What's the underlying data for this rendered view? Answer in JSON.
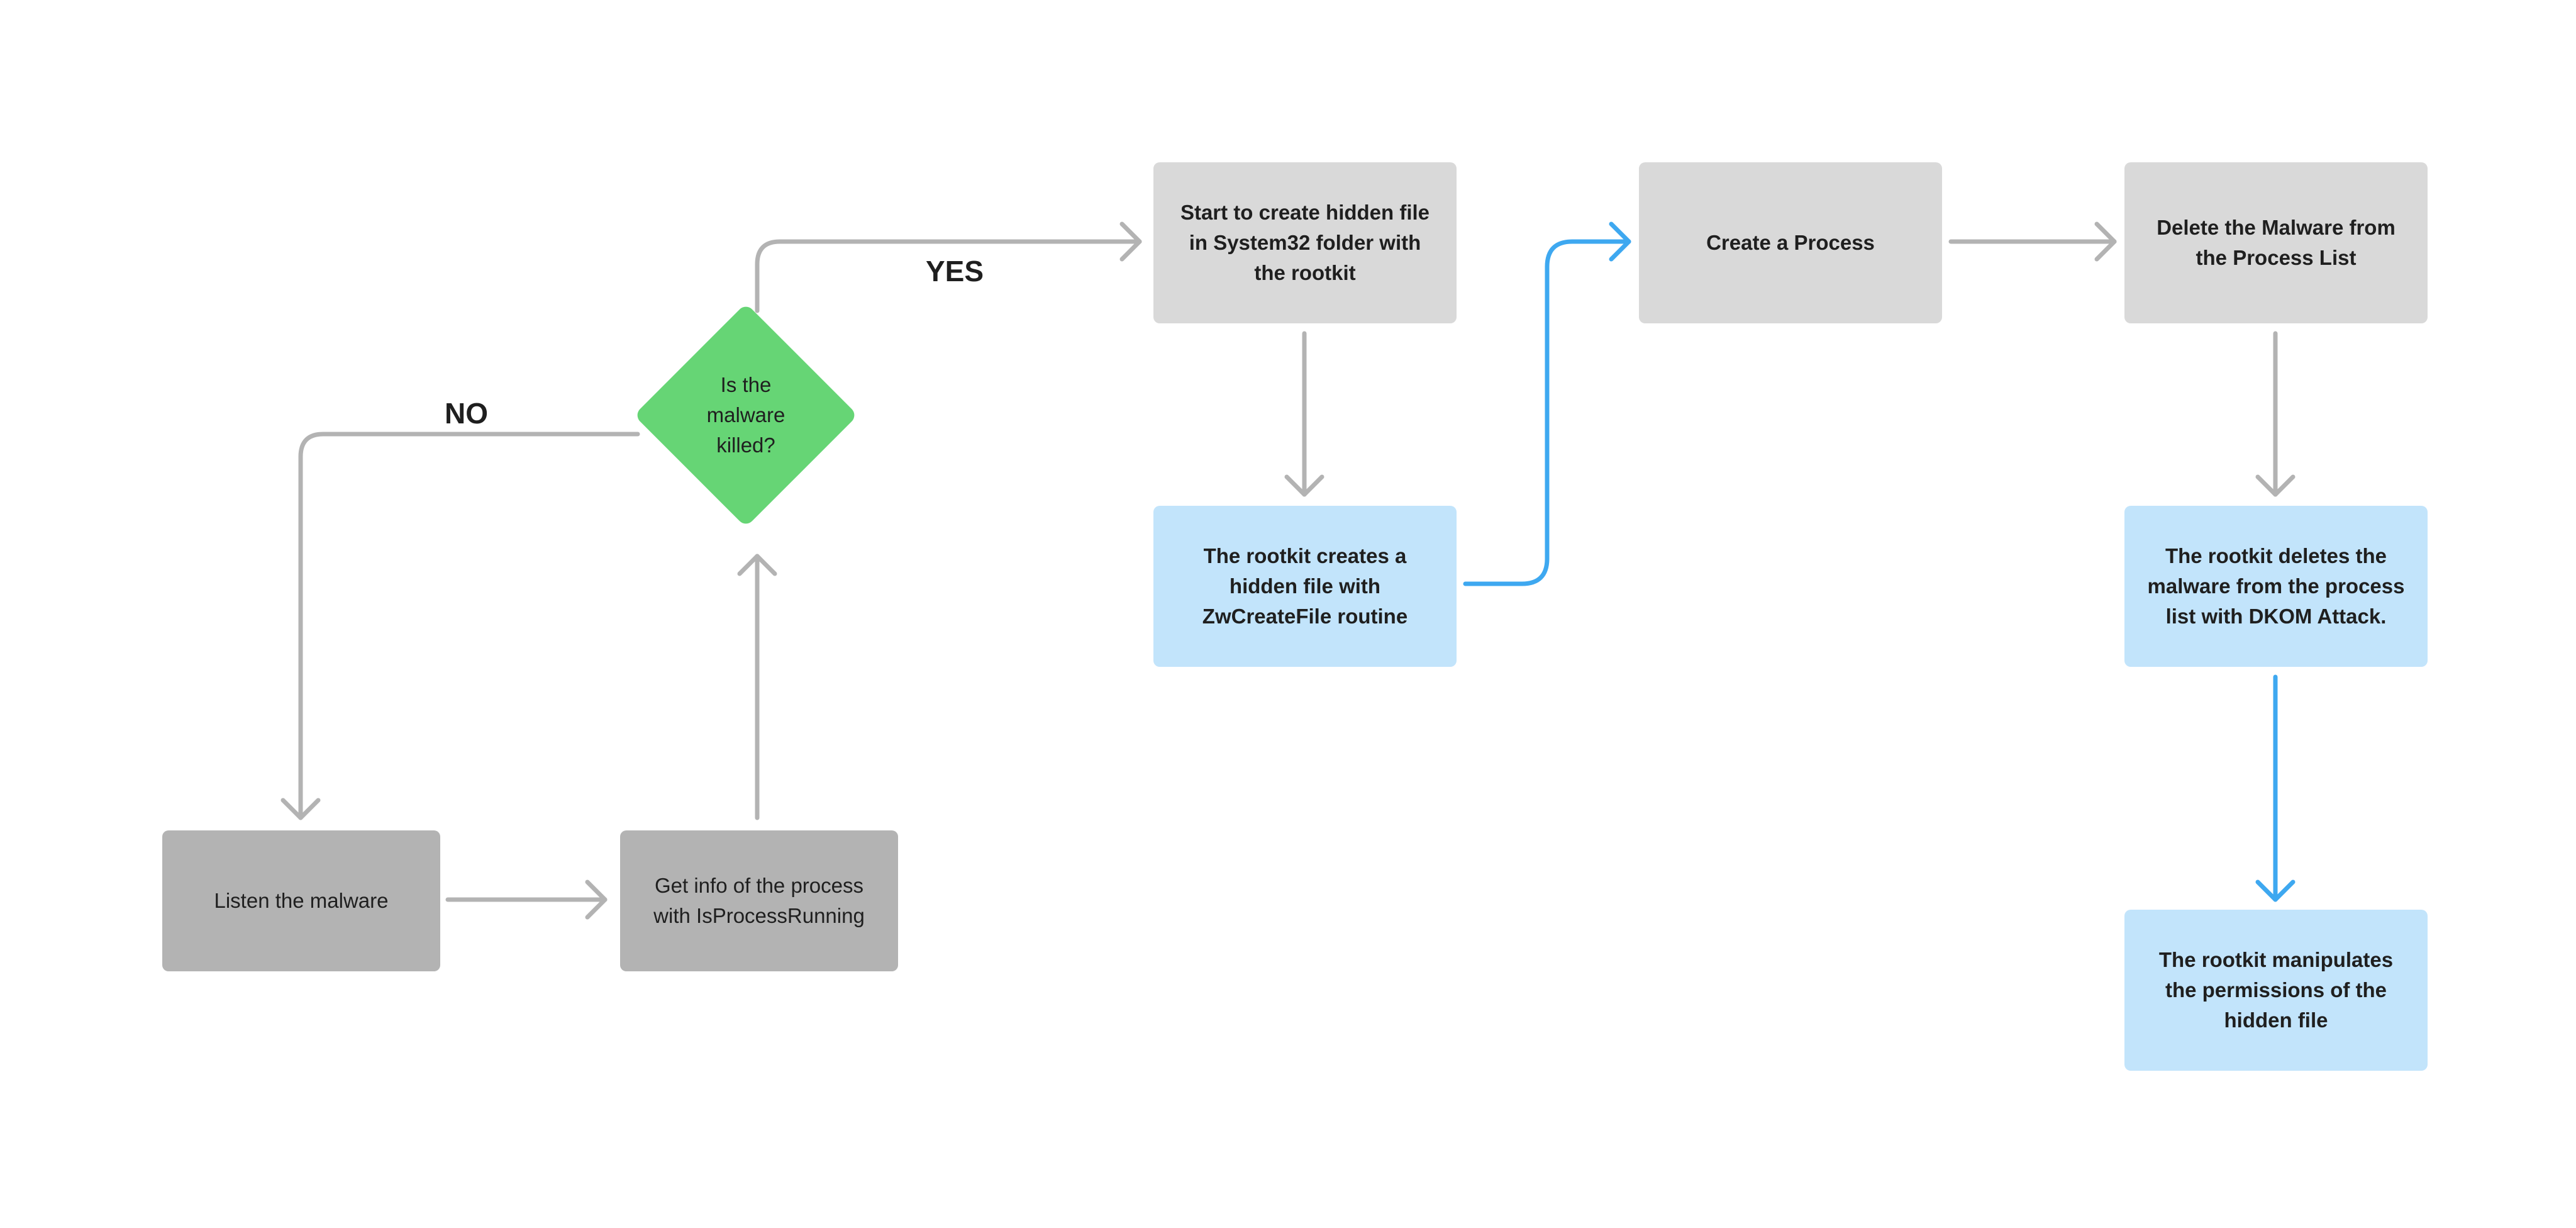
{
  "diagram": {
    "colors": {
      "connector_gray": "#b3b3b3",
      "connector_blue": "#3ea8f0",
      "decision_green": "#66d575",
      "node_dark_gray": "#b3b3b3",
      "node_light_gray": "#d9d9d9",
      "node_blue": "#c2e4fb"
    },
    "nodes": {
      "listen": "Listen the malware",
      "get_info": "Get info of the process\nwith IsProcessRunning",
      "decision": "Is the\nmalware\nkilled?",
      "start_hidden": "Start to create hidden file\nin System32 folder with\nthe rootkit",
      "rootkit_creates": "The rootkit creates a\nhidden file with\nZwCreateFile routine",
      "create_process": "Create a Process",
      "delete_malware": "Delete the Malware from\nthe Process List",
      "rootkit_deletes": "The rootkit deletes the\nmalware from the process\nlist with DKOM Attack.",
      "rootkit_manipulates": "The rootkit manipulates\nthe permissions of the\nhidden file"
    },
    "edge_labels": {
      "yes": "YES",
      "no": "NO"
    },
    "edges": [
      {
        "from": "listen",
        "to": "get_info",
        "color": "gray"
      },
      {
        "from": "get_info",
        "to": "decision",
        "color": "gray"
      },
      {
        "from": "decision",
        "to": "start_hidden",
        "label": "YES",
        "color": "gray"
      },
      {
        "from": "decision",
        "to": "listen",
        "label": "NO",
        "color": "gray"
      },
      {
        "from": "start_hidden",
        "to": "rootkit_creates",
        "color": "gray"
      },
      {
        "from": "rootkit_creates",
        "to": "create_process",
        "color": "blue"
      },
      {
        "from": "create_process",
        "to": "delete_malware",
        "color": "gray"
      },
      {
        "from": "delete_malware",
        "to": "rootkit_deletes",
        "color": "gray"
      },
      {
        "from": "rootkit_deletes",
        "to": "rootkit_manipulates",
        "color": "blue"
      }
    ]
  }
}
